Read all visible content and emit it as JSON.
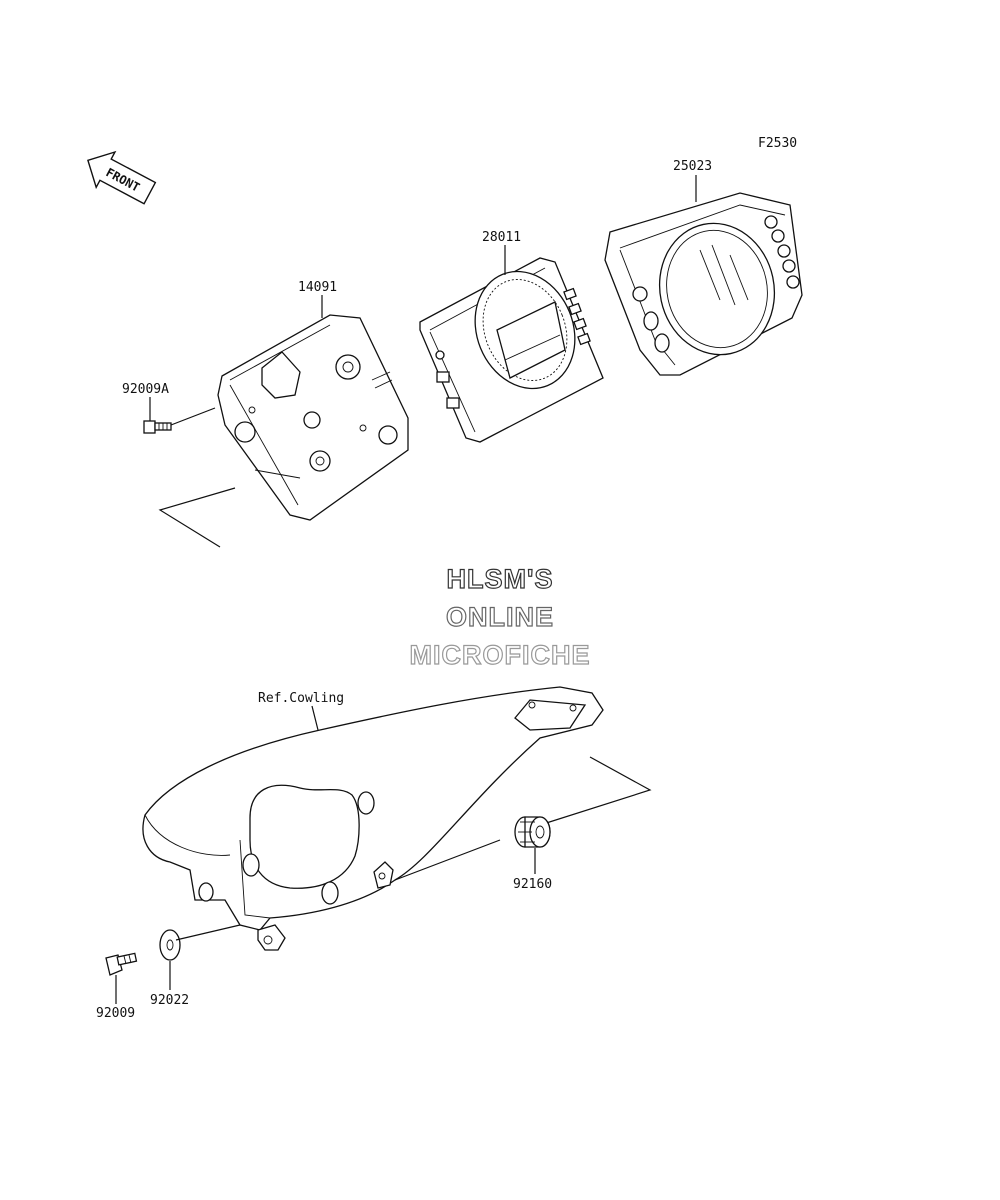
{
  "diagram_code": "F2530",
  "front_label": "FRONT",
  "watermark": {
    "line1": "HLSM'S",
    "line2": "ONLINE",
    "line3": "MICROFICHE"
  },
  "parts": {
    "p25023": "25023",
    "p28011": "28011",
    "p14091": "14091",
    "p92009A": "92009A",
    "ref_cowling": "Ref.Cowling",
    "p92160": "92160",
    "p92022": "92022",
    "p92009": "92009"
  }
}
